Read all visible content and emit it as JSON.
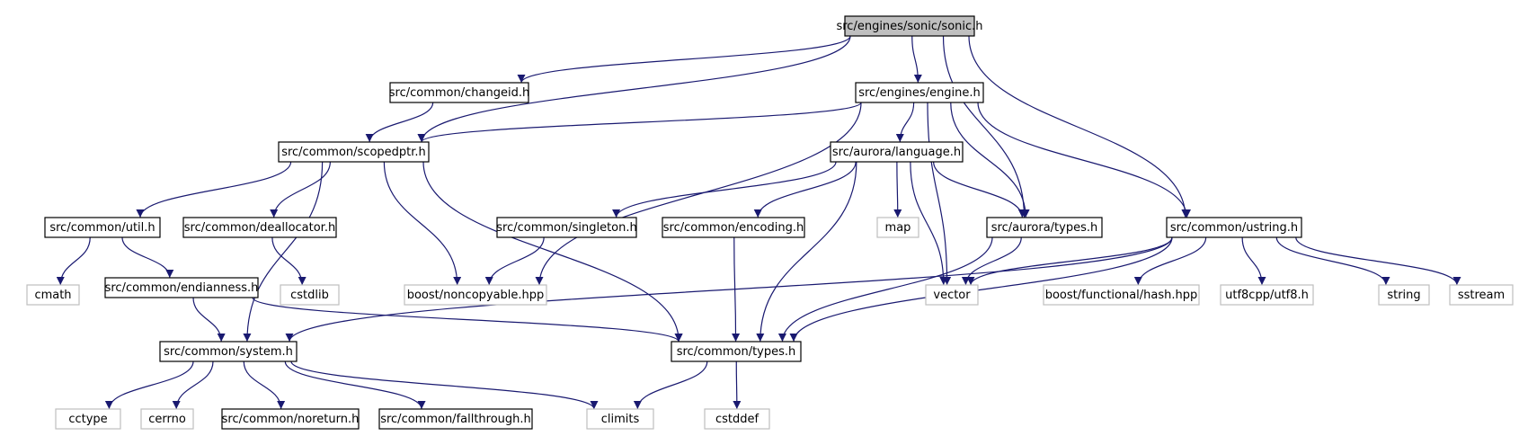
{
  "colors": {
    "edge": "#191970",
    "root_fill": "#bfbfbf",
    "node_border": "#000000",
    "external_border": "#bfbfbf"
  },
  "nodes": [
    {
      "id": "sonic",
      "label": "src/engines/sonic/sonic.h",
      "kind": "root"
    },
    {
      "id": "changeid",
      "label": "src/common/changeid.h",
      "kind": "local"
    },
    {
      "id": "engine",
      "label": "src/engines/engine.h",
      "kind": "local"
    },
    {
      "id": "scopedptr",
      "label": "src/common/scopedptr.h",
      "kind": "local"
    },
    {
      "id": "language",
      "label": "src/aurora/language.h",
      "kind": "local"
    },
    {
      "id": "util",
      "label": "src/common/util.h",
      "kind": "local"
    },
    {
      "id": "deallocator",
      "label": "src/common/deallocator.h",
      "kind": "local"
    },
    {
      "id": "singleton",
      "label": "src/common/singleton.h",
      "kind": "local"
    },
    {
      "id": "encoding",
      "label": "src/common/encoding.h",
      "kind": "local"
    },
    {
      "id": "map",
      "label": "map",
      "kind": "external"
    },
    {
      "id": "aurtypes",
      "label": "src/aurora/types.h",
      "kind": "local"
    },
    {
      "id": "ustring",
      "label": "src/common/ustring.h",
      "kind": "local"
    },
    {
      "id": "cmath",
      "label": "cmath",
      "kind": "external"
    },
    {
      "id": "endianness",
      "label": "src/common/endianness.h",
      "kind": "local"
    },
    {
      "id": "cstdlib",
      "label": "cstdlib",
      "kind": "external"
    },
    {
      "id": "noncopyable",
      "label": "boost/noncopyable.hpp",
      "kind": "external"
    },
    {
      "id": "vector",
      "label": "vector",
      "kind": "external"
    },
    {
      "id": "hash",
      "label": "boost/functional/hash.hpp",
      "kind": "external"
    },
    {
      "id": "utf8",
      "label": "utf8cpp/utf8.h",
      "kind": "external"
    },
    {
      "id": "string",
      "label": "string",
      "kind": "external"
    },
    {
      "id": "sstream",
      "label": "sstream",
      "kind": "external"
    },
    {
      "id": "system",
      "label": "src/common/system.h",
      "kind": "local"
    },
    {
      "id": "comtypes",
      "label": "src/common/types.h",
      "kind": "local"
    },
    {
      "id": "cctype",
      "label": "cctype",
      "kind": "external"
    },
    {
      "id": "cerrno",
      "label": "cerrno",
      "kind": "external"
    },
    {
      "id": "noreturn",
      "label": "src/common/noreturn.h",
      "kind": "local"
    },
    {
      "id": "fallthrough",
      "label": "src/common/fallthrough.h",
      "kind": "local"
    },
    {
      "id": "climits",
      "label": "climits",
      "kind": "external"
    },
    {
      "id": "cstddef",
      "label": "cstddef",
      "kind": "external"
    }
  ],
  "edges": [
    [
      "sonic",
      "changeid"
    ],
    [
      "sonic",
      "scopedptr"
    ],
    [
      "sonic",
      "engine"
    ],
    [
      "sonic",
      "aurtypes"
    ],
    [
      "sonic",
      "ustring"
    ],
    [
      "changeid",
      "scopedptr"
    ],
    [
      "engine",
      "scopedptr"
    ],
    [
      "engine",
      "noncopyable"
    ],
    [
      "engine",
      "language"
    ],
    [
      "engine",
      "aurtypes"
    ],
    [
      "engine",
      "vector"
    ],
    [
      "engine",
      "ustring"
    ],
    [
      "scopedptr",
      "system"
    ],
    [
      "scopedptr",
      "util"
    ],
    [
      "scopedptr",
      "deallocator"
    ],
    [
      "scopedptr",
      "noncopyable"
    ],
    [
      "scopedptr",
      "comtypes"
    ],
    [
      "language",
      "singleton"
    ],
    [
      "language",
      "encoding"
    ],
    [
      "language",
      "map"
    ],
    [
      "language",
      "vector"
    ],
    [
      "language",
      "aurtypes"
    ],
    [
      "language",
      "comtypes"
    ],
    [
      "util",
      "cmath"
    ],
    [
      "util",
      "endianness"
    ],
    [
      "deallocator",
      "cstdlib"
    ],
    [
      "singleton",
      "noncopyable"
    ],
    [
      "encoding",
      "comtypes"
    ],
    [
      "aurtypes",
      "vector"
    ],
    [
      "aurtypes",
      "comtypes"
    ],
    [
      "ustring",
      "system"
    ],
    [
      "ustring",
      "vector"
    ],
    [
      "ustring",
      "hash"
    ],
    [
      "ustring",
      "utf8"
    ],
    [
      "ustring",
      "string"
    ],
    [
      "ustring",
      "sstream"
    ],
    [
      "ustring",
      "comtypes"
    ],
    [
      "endianness",
      "system"
    ],
    [
      "endianness",
      "comtypes"
    ],
    [
      "system",
      "cctype"
    ],
    [
      "system",
      "cerrno"
    ],
    [
      "system",
      "noreturn"
    ],
    [
      "system",
      "fallthrough"
    ],
    [
      "system",
      "climits"
    ],
    [
      "comtypes",
      "climits"
    ],
    [
      "comtypes",
      "cstddef"
    ]
  ]
}
